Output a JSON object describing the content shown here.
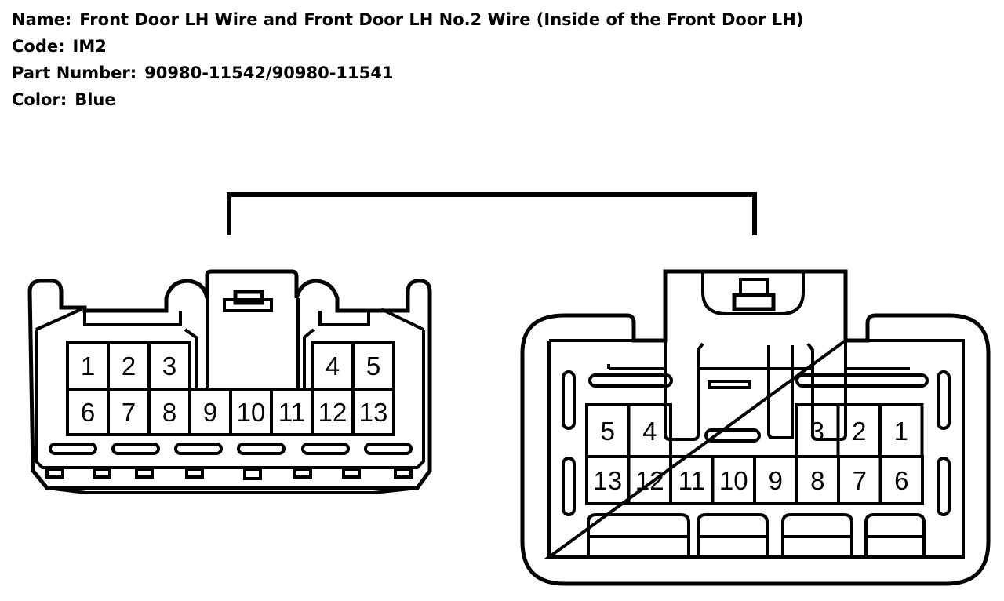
{
  "info": {
    "name_label": "Name:",
    "name_value": "Front Door LH Wire and Front Door LH No.2 Wire (Inside of the Front Door LH)",
    "code_label": "Code:",
    "code_value": "IM2",
    "part_label": "Part Number:",
    "part_value": "90980-11542/90980-11541",
    "color_label": "Color:",
    "color_value": "Blue"
  },
  "connector_left": {
    "pins": [
      "1",
      "2",
      "3",
      "4",
      "5",
      "6",
      "7",
      "8",
      "9",
      "10",
      "11",
      "12",
      "13"
    ]
  },
  "connector_right": {
    "pins": [
      "5",
      "4",
      "3",
      "2",
      "1",
      "13",
      "12",
      "11",
      "10",
      "9",
      "8",
      "7",
      "6"
    ]
  }
}
